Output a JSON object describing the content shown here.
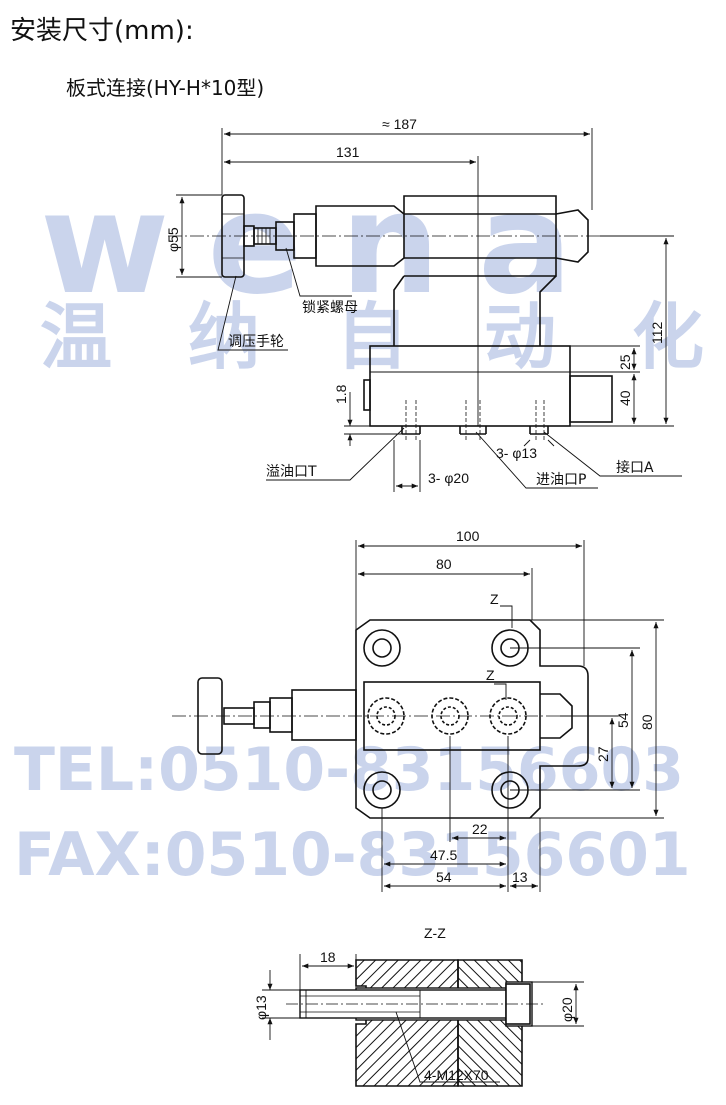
{
  "header": {
    "title": "安装尺寸(mm):",
    "subtitle": "板式连接(HY-H*10型)"
  },
  "watermark": {
    "brand": "wena",
    "company_cn": [
      "温",
      "纳",
      "自",
      "动",
      "化"
    ],
    "tel": "TEL:0510-83156603",
    "fax": "FAX:0510-83156601"
  },
  "front_view": {
    "dim_overall": "≈ 187",
    "dim_131": "131",
    "dim_phi55": "φ55",
    "dim_112": "112",
    "dim_25": "25",
    "dim_40": "40",
    "dim_1_8": "1.8",
    "dim_3_phi13": "3- φ13",
    "dim_3_phi20": "3- φ20",
    "label_lock_nut": "锁紧螺母",
    "label_handwheel": "调压手轮",
    "label_port_t": "溢油口T",
    "label_port_p": "进油口P",
    "label_port_a": "接口A"
  },
  "top_view": {
    "dim_100": "100",
    "dim_80_top": "80",
    "dim_54_right": "54",
    "dim_80_right": "80",
    "dim_27": "27",
    "dim_22": "22",
    "dim_47_5": "47.5",
    "dim_54_bottom": "54",
    "dim_13": "13",
    "section_mark_1": "Z",
    "section_mark_2": "Z"
  },
  "section_view": {
    "title": "Z-Z",
    "dim_18": "18",
    "dim_phi13": "φ13",
    "dim_phi20": "φ20",
    "label_bolts": "4-M12X70"
  }
}
